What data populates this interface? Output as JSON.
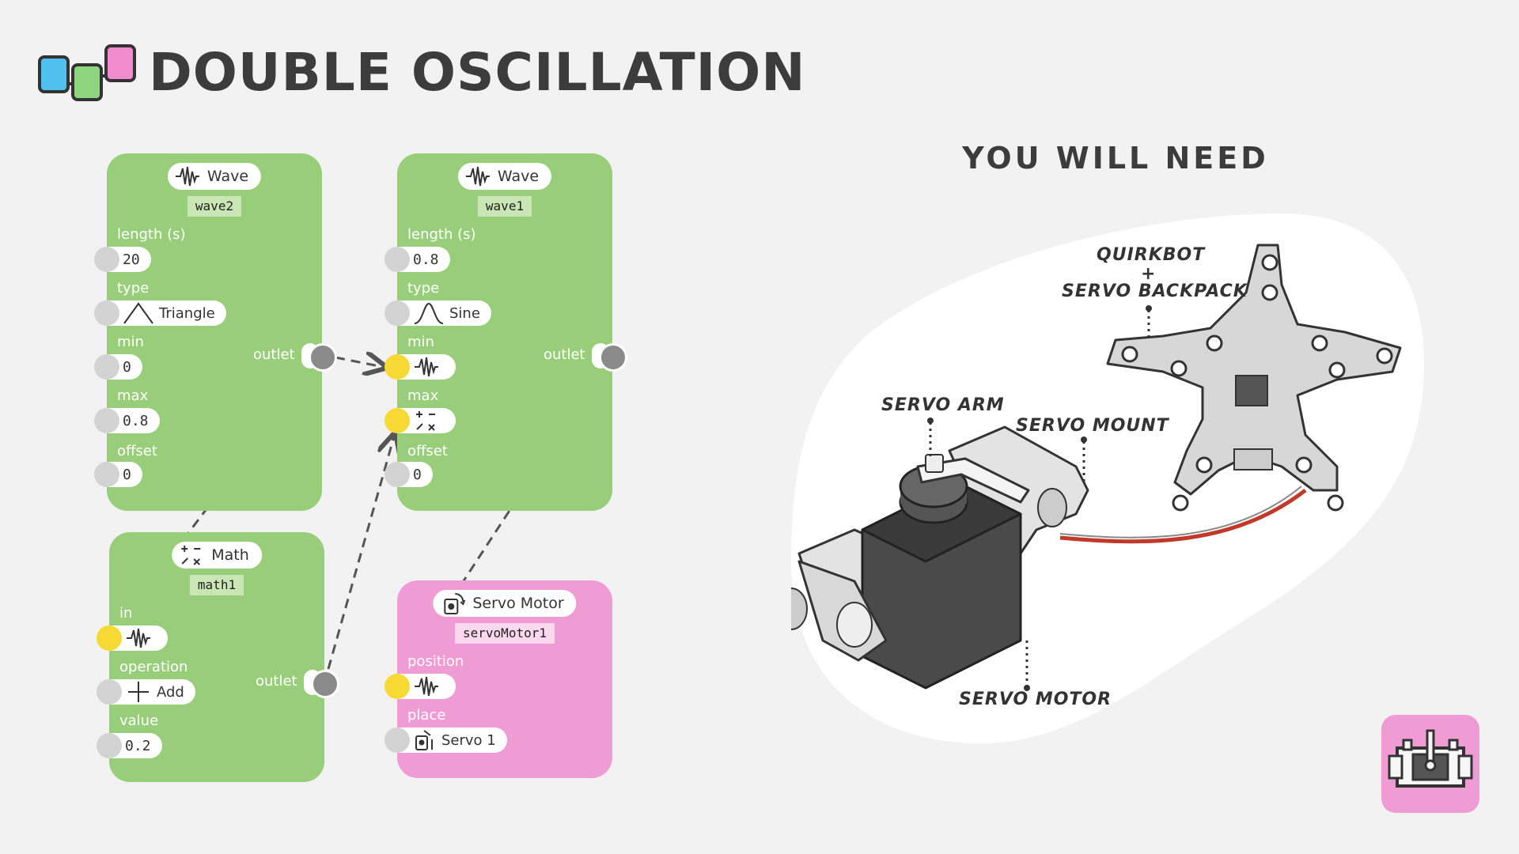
{
  "title": "DOUBLE OSCILLATION",
  "colors": {
    "node_green": "#98cd79",
    "node_pink": "#f09cd4",
    "inlet_connected": "#f7d936",
    "inlet_idle": "#d3d3d3",
    "outlet": "#8a8a8a",
    "wire": "#555555"
  },
  "nodes": {
    "wave2": {
      "type_label": "Wave",
      "name": "wave2",
      "inputs": [
        {
          "label": "length (s)",
          "value": "20"
        },
        {
          "label": "type",
          "value": "Triangle",
          "icon": "triangle-wave-icon"
        },
        {
          "label": "min",
          "value": "0"
        },
        {
          "label": "max",
          "value": "0.8"
        },
        {
          "label": "offset",
          "value": "0"
        }
      ],
      "outlet_label": "outlet"
    },
    "wave1": {
      "type_label": "Wave",
      "name": "wave1",
      "inputs": [
        {
          "label": "length (s)",
          "value": "0.8"
        },
        {
          "label": "type",
          "value": "Sine",
          "icon": "sine-wave-icon"
        },
        {
          "label": "min",
          "value": "",
          "icon": "wave-icon",
          "connected": true
        },
        {
          "label": "max",
          "value": "",
          "icon": "math-icon",
          "connected": true
        },
        {
          "label": "offset",
          "value": "0"
        }
      ],
      "outlet_label": "outlet"
    },
    "math1": {
      "type_label": "Math",
      "name": "math1",
      "inputs": [
        {
          "label": "in",
          "value": "",
          "icon": "wave-icon",
          "connected": true
        },
        {
          "label": "operation",
          "value": "Add",
          "icon": "plus-icon"
        },
        {
          "label": "value",
          "value": "0.2"
        }
      ],
      "outlet_label": "outlet"
    },
    "servoMotor1": {
      "type_label": "Servo Motor",
      "name": "servoMotor1",
      "inputs": [
        {
          "label": "position",
          "value": "",
          "icon": "wave-icon",
          "connected": true
        },
        {
          "label": "place",
          "value": "Servo 1",
          "icon": "servo-place-icon"
        }
      ]
    }
  },
  "connections": [
    {
      "from": "wave2.outlet",
      "to": "wave1.min"
    },
    {
      "from": "wave2.outlet",
      "to": "math1.in"
    },
    {
      "from": "math1.outlet",
      "to": "wave1.max"
    },
    {
      "from": "wave1.outlet",
      "to": "servoMotor1.position"
    }
  ],
  "you_will_need": {
    "heading": "YOU WILL NEED",
    "labels": {
      "quirkbot": "QUIRKBOT",
      "plus": "+",
      "servo_backpack": "SERVO BACKPACK",
      "servo_arm": "SERVO ARM",
      "servo_mount": "SERVO MOUNT",
      "servo_motor": "SERVO MOTOR"
    }
  },
  "badge_icon": "servo-motor-icon"
}
